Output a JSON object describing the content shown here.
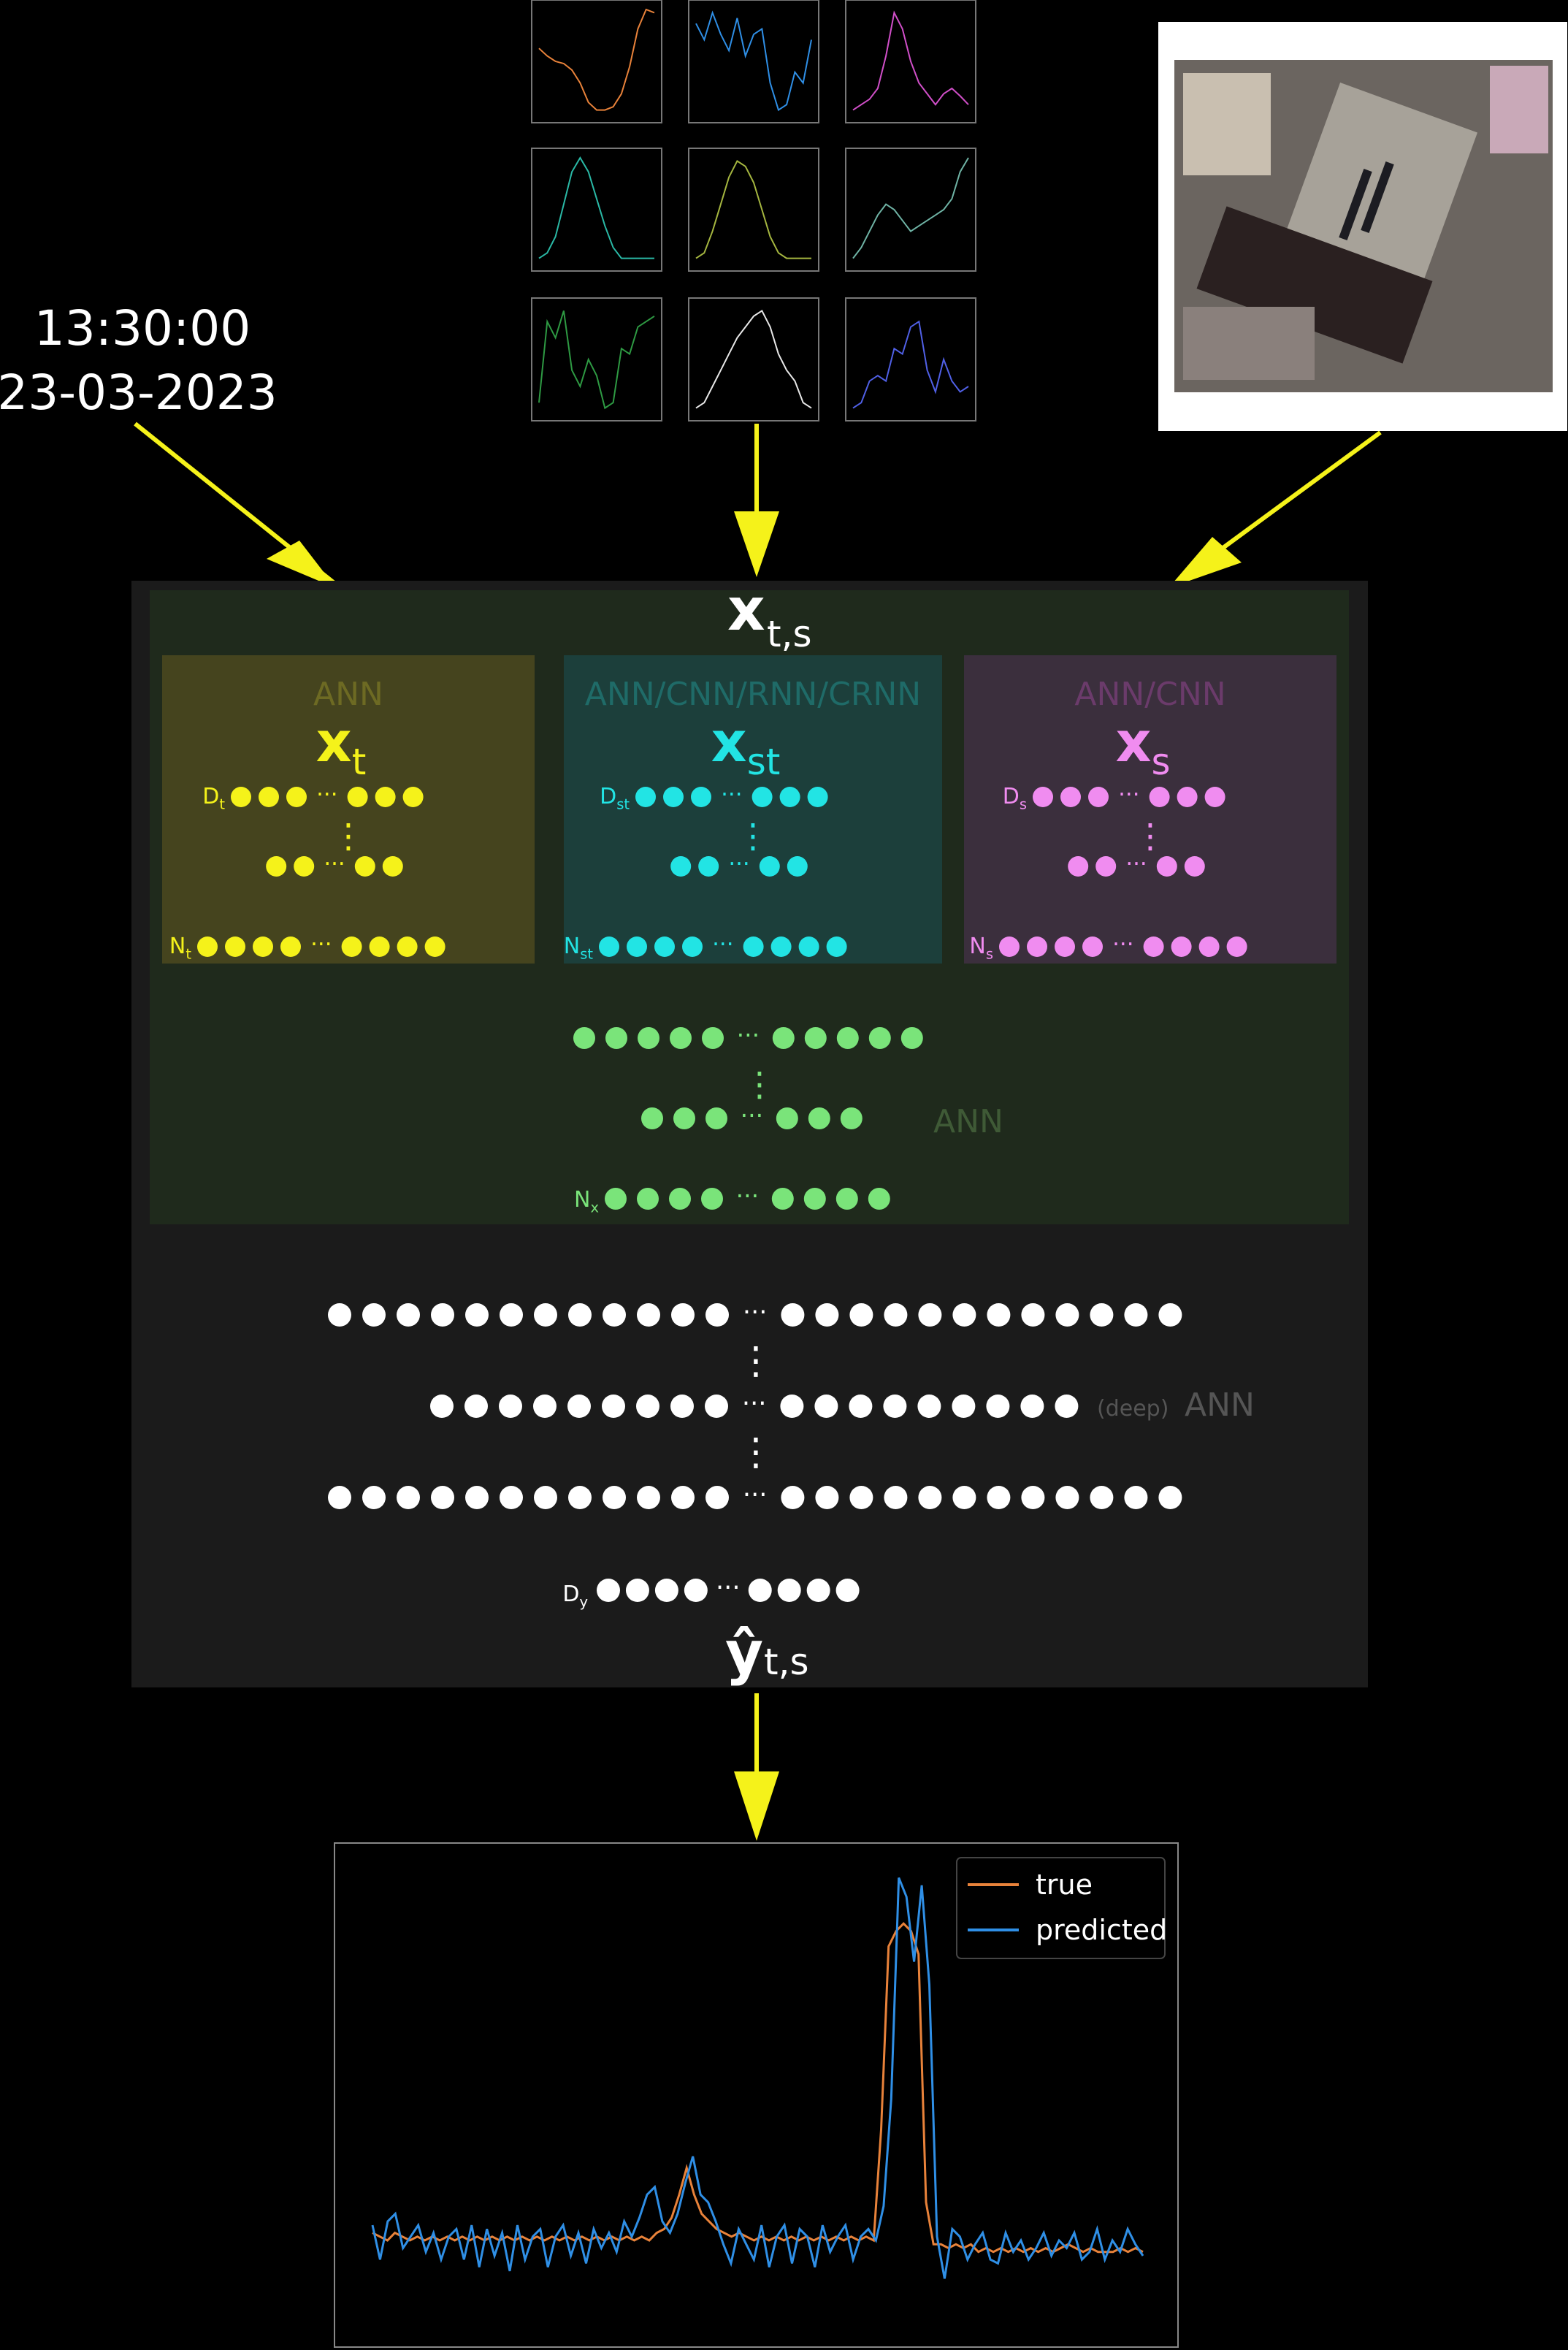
{
  "timestamp": {
    "time": "13:30:00",
    "date": "23-03-2023"
  },
  "thumbnails": {
    "colors": [
      "#e8823a",
      "#2f8fe6",
      "#d14fc9",
      "#2ab9a6",
      "#a5b640",
      "#6fb3a5",
      "#2e9a43",
      "#e8e8e8",
      "#5060e6"
    ],
    "series": [
      [
        0.62,
        0.55,
        0.5,
        0.48,
        0.42,
        0.3,
        0.12,
        0.05,
        0.05,
        0.08,
        0.2,
        0.45,
        0.8,
        0.98,
        0.95
      ],
      [
        0.85,
        0.7,
        0.95,
        0.75,
        0.6,
        0.9,
        0.55,
        0.75,
        0.8,
        0.3,
        0.05,
        0.1,
        0.4,
        0.3,
        0.7
      ],
      [
        0.05,
        0.1,
        0.15,
        0.25,
        0.55,
        0.95,
        0.8,
        0.5,
        0.3,
        0.2,
        0.1,
        0.2,
        0.25,
        0.18,
        0.1
      ],
      [
        0.05,
        0.1,
        0.25,
        0.55,
        0.85,
        0.98,
        0.85,
        0.6,
        0.35,
        0.15,
        0.05,
        0.05,
        0.05,
        0.05,
        0.05
      ],
      [
        0.05,
        0.1,
        0.3,
        0.55,
        0.8,
        0.95,
        0.9,
        0.75,
        0.5,
        0.25,
        0.1,
        0.05,
        0.05,
        0.05,
        0.05
      ],
      [
        0.05,
        0.15,
        0.3,
        0.45,
        0.55,
        0.5,
        0.4,
        0.3,
        0.35,
        0.4,
        0.45,
        0.5,
        0.6,
        0.85,
        0.98
      ],
      [
        0.1,
        0.85,
        0.7,
        0.95,
        0.4,
        0.25,
        0.5,
        0.35,
        0.05,
        0.1,
        0.6,
        0.55,
        0.8,
        0.85,
        0.9
      ],
      [
        0.05,
        0.1,
        0.25,
        0.4,
        0.55,
        0.7,
        0.8,
        0.9,
        0.95,
        0.8,
        0.55,
        0.4,
        0.3,
        0.1,
        0.05
      ],
      [
        0.05,
        0.1,
        0.3,
        0.35,
        0.3,
        0.6,
        0.55,
        0.8,
        0.85,
        0.4,
        0.2,
        0.5,
        0.3,
        0.2,
        0.25
      ]
    ]
  },
  "model": {
    "input_label": "x",
    "input_sub": "t,s",
    "blocks": [
      {
        "arch": "ANN",
        "sym": "x",
        "sub": "t",
        "d_label": "D",
        "d_sub": "t",
        "n_label": "N",
        "n_sub": "t",
        "color": "#f5f21a"
      },
      {
        "arch": "ANN/CNN/RNN/CRNN",
        "sym": "x",
        "sub": "st",
        "d_label": "D",
        "d_sub": "st",
        "n_label": "N",
        "n_sub": "st",
        "color": "#22e4e4"
      },
      {
        "arch": "ANN/CNN",
        "sym": "x",
        "sub": "s",
        "d_label": "D",
        "d_sub": "s",
        "n_label": "N",
        "n_sub": "s",
        "color": "#f08cf0"
      }
    ],
    "merge_arch": "ANN",
    "merge_n_label": "N",
    "merge_n_sub": "x",
    "merge_color": "#7ae47a",
    "deep_prefix": "(deep)",
    "deep_arch": "ANN",
    "out_d_label": "D",
    "out_d_sub": "y",
    "output_label": "ŷ",
    "output_sub": "t,s",
    "dots_glyph": "···",
    "vdots_glyph": "⋮"
  },
  "chart_data": {
    "type": "line",
    "legend_position": "top-right",
    "series": [
      {
        "name": "true",
        "color": "#e8823a",
        "values": [
          0.07,
          0.06,
          0.05,
          0.07,
          0.06,
          0.05,
          0.06,
          0.05,
          0.06,
          0.05,
          0.06,
          0.05,
          0.06,
          0.05,
          0.06,
          0.05,
          0.06,
          0.05,
          0.06,
          0.05,
          0.06,
          0.05,
          0.06,
          0.05,
          0.06,
          0.05,
          0.06,
          0.05,
          0.06,
          0.05,
          0.06,
          0.05,
          0.06,
          0.05,
          0.06,
          0.05,
          0.06,
          0.05,
          0.07,
          0.08,
          0.11,
          0.17,
          0.24,
          0.17,
          0.12,
          0.1,
          0.08,
          0.07,
          0.06,
          0.07,
          0.06,
          0.05,
          0.06,
          0.05,
          0.06,
          0.05,
          0.06,
          0.05,
          0.06,
          0.05,
          0.06,
          0.05,
          0.06,
          0.05,
          0.06,
          0.05,
          0.06,
          0.05,
          0.34,
          0.82,
          0.86,
          0.88,
          0.86,
          0.8,
          0.15,
          0.04,
          0.04,
          0.03,
          0.04,
          0.03,
          0.04,
          0.02,
          0.03,
          0.02,
          0.03,
          0.02,
          0.03,
          0.02,
          0.03,
          0.02,
          0.03,
          0.02,
          0.03,
          0.04,
          0.03,
          0.02,
          0.03,
          0.02,
          0.02,
          0.02,
          0.03,
          0.02,
          0.03,
          0.02
        ]
      },
      {
        "name": "predicted",
        "color": "#2f8fe6",
        "values": [
          0.09,
          0.0,
          0.1,
          0.12,
          0.03,
          0.06,
          0.09,
          0.02,
          0.07,
          0.0,
          0.06,
          0.08,
          0.0,
          0.09,
          -0.02,
          0.08,
          0.01,
          0.07,
          -0.03,
          0.09,
          0.0,
          0.06,
          0.08,
          -0.02,
          0.06,
          0.09,
          0.01,
          0.07,
          -0.01,
          0.08,
          0.03,
          0.07,
          0.02,
          0.1,
          0.06,
          0.11,
          0.17,
          0.19,
          0.1,
          0.07,
          0.12,
          0.2,
          0.27,
          0.17,
          0.15,
          0.1,
          0.04,
          -0.01,
          0.08,
          0.04,
          0.0,
          0.09,
          -0.02,
          0.06,
          0.09,
          -0.01,
          0.08,
          0.06,
          -0.02,
          0.09,
          0.02,
          0.06,
          0.09,
          0.0,
          0.06,
          0.08,
          0.05,
          0.14,
          0.42,
          1.0,
          0.95,
          0.78,
          0.98,
          0.72,
          0.06,
          -0.05,
          0.08,
          0.06,
          0.0,
          0.04,
          0.07,
          0.0,
          -0.01,
          0.07,
          0.02,
          0.05,
          0.0,
          0.03,
          0.07,
          0.01,
          0.05,
          0.03,
          0.07,
          0.0,
          0.02,
          0.08,
          0.0,
          0.05,
          0.02,
          0.08,
          0.04,
          0.01
        ]
      }
    ]
  },
  "colors": {
    "arrow": "#f5f21a",
    "panel_bg": "#1b1b1b",
    "inner_bg": "#1e2a1c"
  }
}
